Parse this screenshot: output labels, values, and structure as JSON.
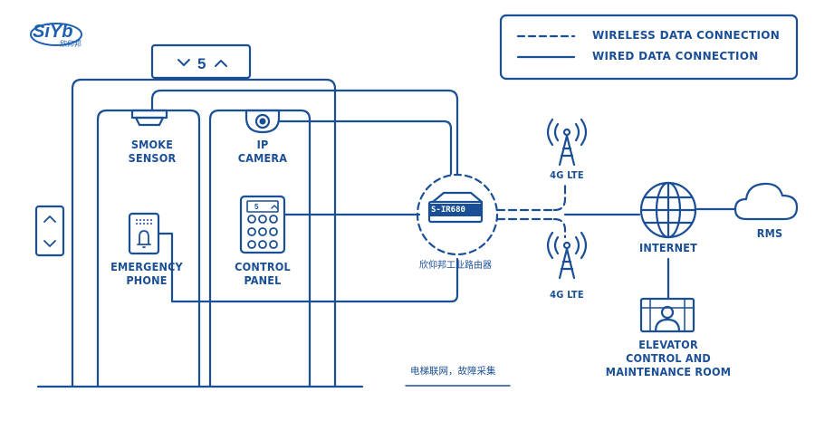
{
  "brand": {
    "logo_text": "SiYb",
    "logo_cn": "欣仰邦"
  },
  "legend": {
    "wireless_label": "WIRELESS DATA CONNECTION",
    "wired_label": "WIRED DATA CONNECTION"
  },
  "elevator": {
    "floor_number": "5",
    "panel_display": "5"
  },
  "devices": {
    "smoke_sensor": "SMOKE\nSENSOR",
    "ip_camera": "IP\nCAMERA",
    "emergency_phone": "EMERGENCY\nPHONE",
    "control_panel": "CONTROL\nPANEL"
  },
  "router": {
    "model": "S-IR680",
    "name_cn": "欣仰邦工业路由器"
  },
  "network": {
    "lte_top": "4G LTE",
    "lte_bottom": "4G LTE",
    "internet": "INTERNET",
    "rms": "RMS",
    "room": "ELEVATOR\nCONTROL AND\nMAINTENANCE ROOM"
  },
  "caption_cn": "电梯联网，故障采集",
  "colors": {
    "primary": "#1a4f96",
    "accent": "#1d5fb0",
    "background": "#ffffff"
  }
}
